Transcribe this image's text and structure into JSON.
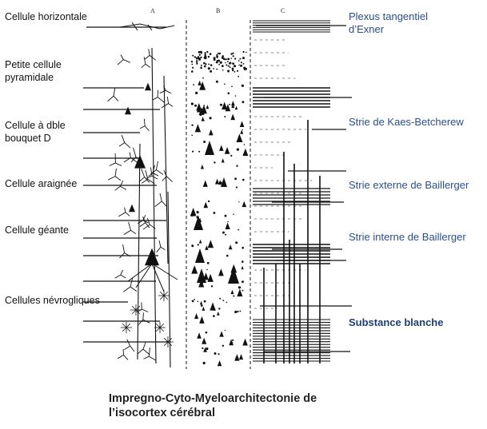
{
  "column_letters": [
    "A",
    "B",
    "C"
  ],
  "left_labels": {
    "horizontal": "Cellule horizontale",
    "pyramidale_line1": "Petite cellule",
    "pyramidale_line2": "pyramidale",
    "double_line1": "Cellule à dble",
    "double_line2": "bouquet D",
    "araignee": "Cellule araignée",
    "geante": "Cellule géante",
    "nevrogliques": "Cellules névrogliques"
  },
  "right_labels": {
    "plexus_line1": "Plexus tangentiel",
    "plexus_line2": "d’Exner",
    "kaes": "Strie de Kaes-Betcherew",
    "baillarger_ext": "Strie externe de Baillerger",
    "baillarger_int": "Strie interne de Baillerger",
    "substance": "Substance blanche"
  },
  "caption": {
    "line1": "Impregno-Cyto-Myeloarchitectonie de",
    "line2": "l’isocortex cérébral"
  },
  "colors": {
    "ink": "#111111",
    "right_label": "#2a4f8a",
    "substance_label": "#1f3f73"
  }
}
